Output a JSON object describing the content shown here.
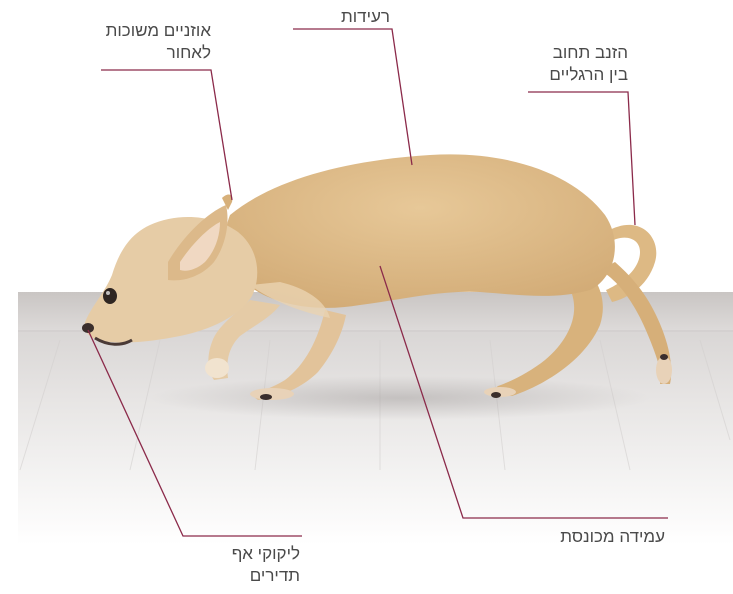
{
  "labels": {
    "trembling": "רעידות",
    "ears": {
      "line1": "אוזניים משוכות",
      "line2": "לאחור"
    },
    "tail": {
      "line1": "הזנב תחוב",
      "line2": "בין הרגליים"
    },
    "posture": "עמידה מכונסת",
    "licking": {
      "line1": "ליקוקי אף",
      "line2": "תדירים"
    }
  },
  "colors": {
    "leader_line": "#8b2a4a",
    "label_text": "#4a4a4a",
    "fur": "#e2c08e",
    "floor": "#e6e4e3"
  }
}
